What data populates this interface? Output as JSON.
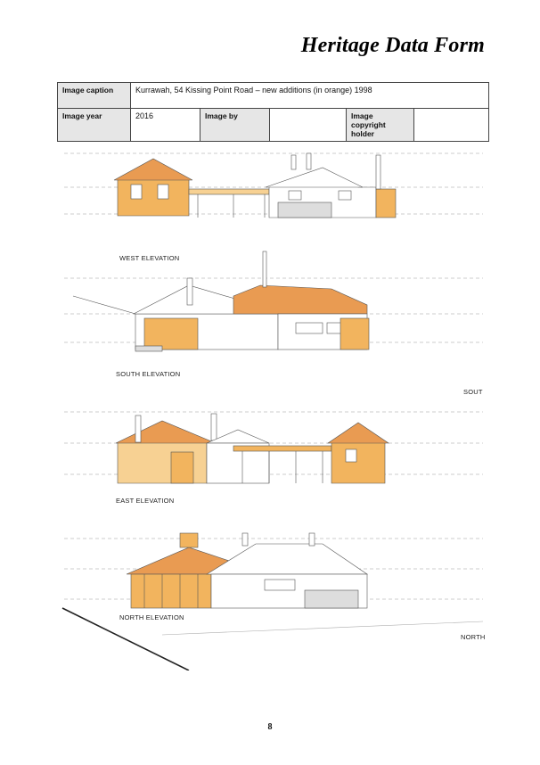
{
  "header": {
    "title": "Heritage Data Form"
  },
  "form": {
    "caption_label": "Image caption",
    "caption_value": "Kurrawah, 54 Kissing Point Road – new additions (in orange) 1998",
    "year_label": "Image year",
    "year_value": "2016",
    "by_label": "Image by",
    "by_value": "",
    "copyright_label": "Image copyright holder",
    "copyright_value": ""
  },
  "drawing": {
    "elevations": [
      {
        "label": "WEST ELEVATION"
      },
      {
        "label": "SOUTH ELEVATION"
      },
      {
        "label": "EAST ELEVATION"
      },
      {
        "label": "NORTH ELEVATION"
      }
    ],
    "cut_labels": [
      "SOUT",
      "NORTH"
    ],
    "colors": {
      "addition": "#f2b45e",
      "addition_light": "#f7d193",
      "roof": "#e99b52",
      "line": "#555555"
    }
  },
  "footer": {
    "page_number": "8"
  }
}
